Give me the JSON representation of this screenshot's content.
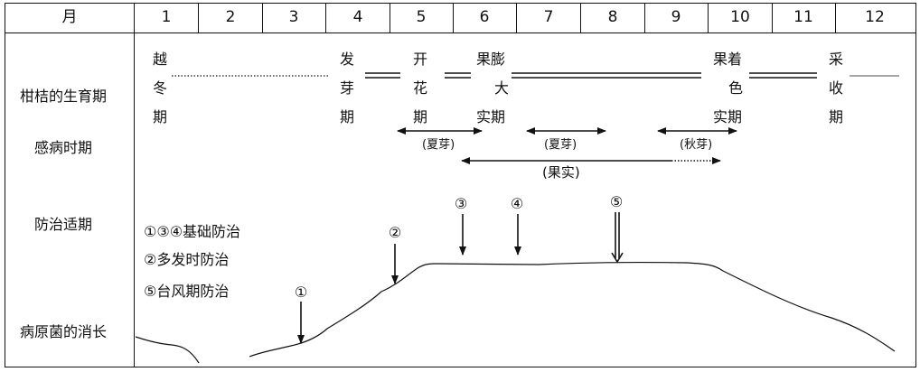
{
  "header": {
    "month_label": "月",
    "months": [
      "1",
      "2",
      "3",
      "4",
      "5",
      "6",
      "7",
      "8",
      "9",
      "10",
      "11",
      "12"
    ]
  },
  "rows": {
    "growth": "柑桔的生育期",
    "infection": "感病时期",
    "control": "防治适期",
    "pathogen": "病原菌的消长"
  },
  "stages": {
    "overwinter": [
      "越",
      "冬",
      "期"
    ],
    "budding": [
      "发",
      "芽",
      "期"
    ],
    "flowering": [
      "开",
      "花",
      "期"
    ],
    "fruit_swell": [
      "果膨",
      "大",
      "实期"
    ],
    "fruit_color": [
      "果着",
      "色",
      "实期"
    ],
    "harvest": [
      "采",
      "收",
      "期"
    ]
  },
  "infection_labels": {
    "summer_bud_1": "(夏芽)",
    "summer_bud_2": "(夏芽)",
    "autumn_bud": "(秋芽)",
    "fruit": "(果实)"
  },
  "control": {
    "legend": [
      "①③④基础防治",
      "②多发时防治",
      "⑤台风期防治"
    ],
    "markers": {
      "m1": "①",
      "m2": "②",
      "m3": "③",
      "m4": "④",
      "m5": "⑤"
    }
  }
}
